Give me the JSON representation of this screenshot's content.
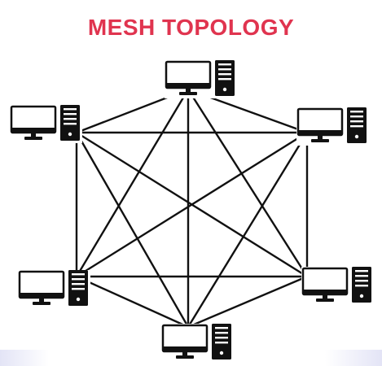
{
  "diagram": {
    "title": "MESH TOPOLOGY",
    "title_color": "#e0344f",
    "line_color": "#111111",
    "node_icon": "desktop-computer-with-tower-icon",
    "node_count": 6,
    "topology": "full-mesh"
  }
}
